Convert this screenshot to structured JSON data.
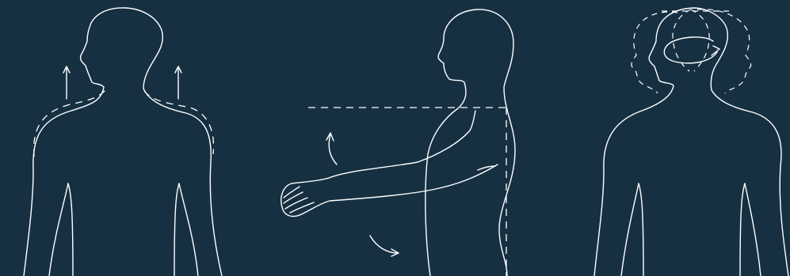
{
  "colors": {
    "background": "#163042",
    "stroke": "#ffffff"
  },
  "figures": [
    {
      "name": "shoulder-shrug-figure",
      "motion": "shoulders-raise",
      "arrows": [
        "up-arrow",
        "up-arrow"
      ]
    },
    {
      "name": "arm-raise-figure",
      "motion": "arm-swing",
      "arrows": [
        "curved-up-arrow",
        "curved-down-arrow"
      ]
    },
    {
      "name": "head-rotation-figure",
      "motion": "head-turn",
      "arrows": [
        "rotation-arrow"
      ]
    }
  ]
}
